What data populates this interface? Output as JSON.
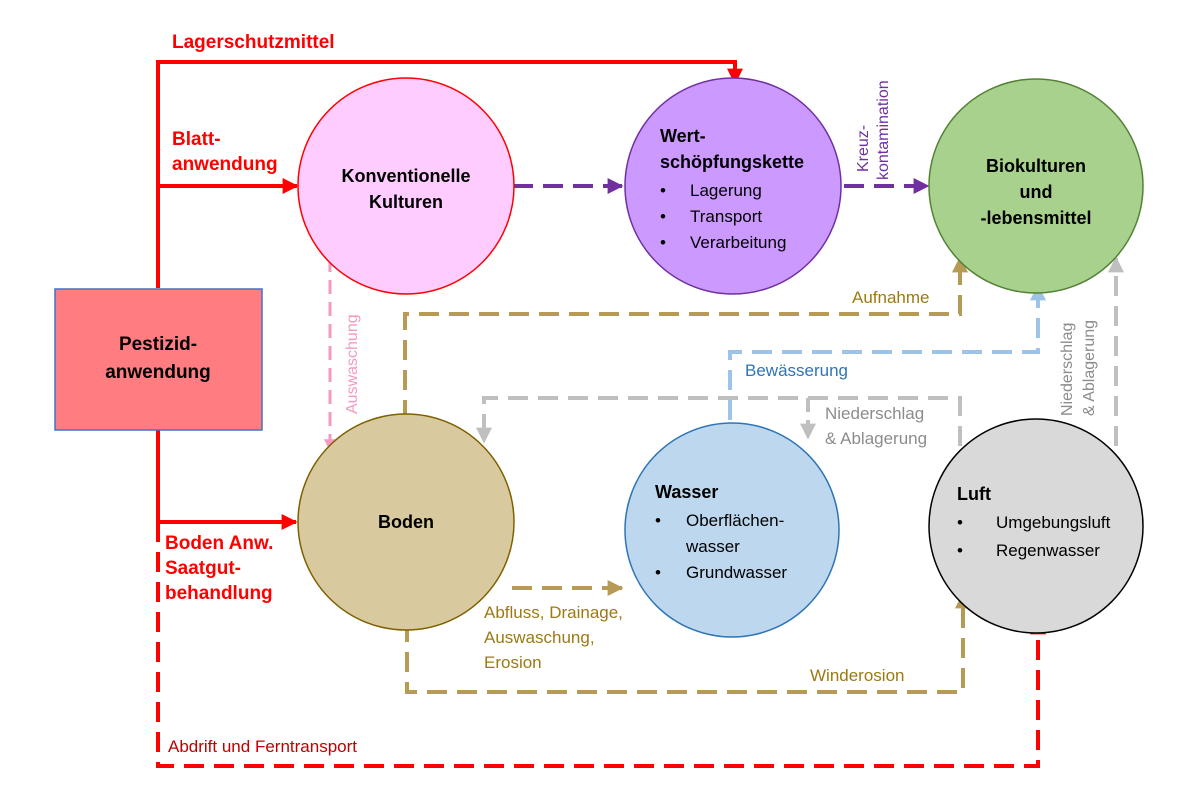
{
  "colors": {
    "red": "#ff0000",
    "purple": "#7030a0",
    "pink": "#f49ac2",
    "olive": "#b79a56",
    "blue": "#9dc3e6",
    "gray": "#bfbfbf",
    "dark_red": "#c00000",
    "olive_text": "#9c7a12",
    "blue_text": "#2e75b6",
    "gray_text": "#8c8c8c"
  },
  "nodes": {
    "pestizid": {
      "line1": "Pestizid-",
      "line2": "anwendung",
      "fill": "#ff7c80",
      "stroke": "#4472c4"
    },
    "konventionelle": {
      "line1": "Konventionelle",
      "line2": "Kulturen",
      "fill": "#ffccff",
      "stroke": "#ff0000"
    },
    "wertschoepfung": {
      "line1": "Wert-",
      "line2": "schöpfungskette",
      "items": [
        "Lagerung",
        "Transport",
        "Verarbeitung"
      ],
      "fill": "#cc99ff",
      "stroke": "#7030a0"
    },
    "biokulturen": {
      "line1": "Biokulturen",
      "line2": "und",
      "line3": "-lebensmittel",
      "fill": "#a9d18e",
      "stroke": "#548235"
    },
    "boden": {
      "label": "Boden",
      "fill": "#d9c99e",
      "stroke": "#7f6000"
    },
    "wasser": {
      "label": "Wasser",
      "items": [
        "Oberflächen-",
        "wasser",
        "Grundwasser"
      ],
      "fill": "#bdd7ee",
      "stroke": "#2e75b6"
    },
    "luft": {
      "label": "Luft",
      "items": [
        "Umgebungsluft",
        "Regenwasser"
      ],
      "fill": "#d9d9d9",
      "stroke": "#000000"
    }
  },
  "edges": {
    "lagerschutzmittel": "Lagerschutzmittel",
    "blatt1": "Blatt-",
    "blatt2": "anwendung",
    "boden_anw": "Boden Anw.",
    "saatgut1": "Saatgut-",
    "saatgut2": "behandlung",
    "kreuz1": "Kreuz-",
    "kreuz2": "kontamination",
    "auswaschung": "Auswaschung",
    "aufnahme": "Aufnahme",
    "bewaesserung": "Bewässerung",
    "niederschlag1": "Niederschlag",
    "niederschlag2": "& Ablagerung",
    "abfluss1": "Abfluss, Drainage,",
    "abfluss2": "Auswaschung,",
    "abfluss3": "Erosion",
    "winderosion": "Winderosion",
    "abdrift": "Abdrift und Ferntransport"
  }
}
